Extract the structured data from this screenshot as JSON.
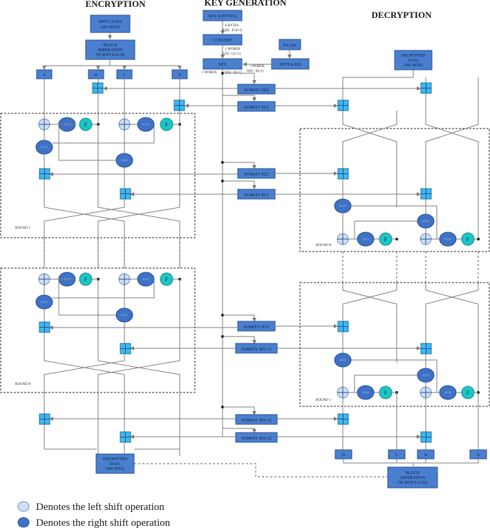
{
  "headers": {
    "encryption": "ENCRYPTION",
    "key_generation": "KEY GENERATION",
    "decryption": "DECRYPTION"
  },
  "encryption": {
    "input_data": [
      "INPUT DATA",
      "(4W BITS)"
    ],
    "block_separation": [
      "BLOCK",
      "SEPERATION",
      "(W BITS EACH)"
    ],
    "regs": [
      "A",
      "B",
      "C",
      "D"
    ],
    "round1_label": "ROUND 1",
    "roundn_label": "ROUND N",
    "encrypted_data": [
      "ENCRYPTED",
      "DATA",
      "(4W BITS)"
    ]
  },
  "keygen": {
    "key": "KEY (b BYTES)",
    "b_bytes": [
      "b BYTES",
      "K[0] - K [b-1]"
    ],
    "convert": "CONVERT",
    "c_words": [
      "c WORDS",
      "L[0] - L[c-1]"
    ],
    "pw_qw": "Pw, Qw",
    "mix": "MIX",
    "initialize": "INITIALIZE",
    "t_words_left": "t WORDS",
    "s_range_left": "S[0] - S[t-1]",
    "t_words_right": [
      "t WORDS",
      "S[0] - S[t-1]"
    ],
    "subkeys": [
      "SUBKEY S[0]",
      "SUBKEY S[1]",
      "SUBKEY S[2]",
      "SUBKEY S[3]",
      "SUBKEY S[N]",
      "SUBKEY S[N+1]",
      "SUBKEY S[N+2]",
      "SUBKEY S[N+2]"
    ]
  },
  "decryption": {
    "decrypted_data": [
      "DECRYPTED",
      "DATA",
      "(4W BITS)"
    ],
    "roundn_label": "ROUND N",
    "round1_label": "ROUND 1",
    "regs": [
      "D",
      "C",
      "B",
      "A"
    ],
    "block_separation": [
      "BLOCK",
      "SEPERATION",
      "(W BITS EACH)"
    ]
  },
  "ops": {
    "left_shift": "<<<",
    "right_shift": ">>>",
    "f": "F"
  },
  "legend": {
    "left": "Denotes the left shift operation",
    "right": "Denotes the right shift operation"
  },
  "colors": {
    "box": "#4a7fcf",
    "adder": "#3fb8ef",
    "shift": "#3f72c6",
    "function": "#1dc6c6",
    "xor": "#cfe0f5"
  }
}
